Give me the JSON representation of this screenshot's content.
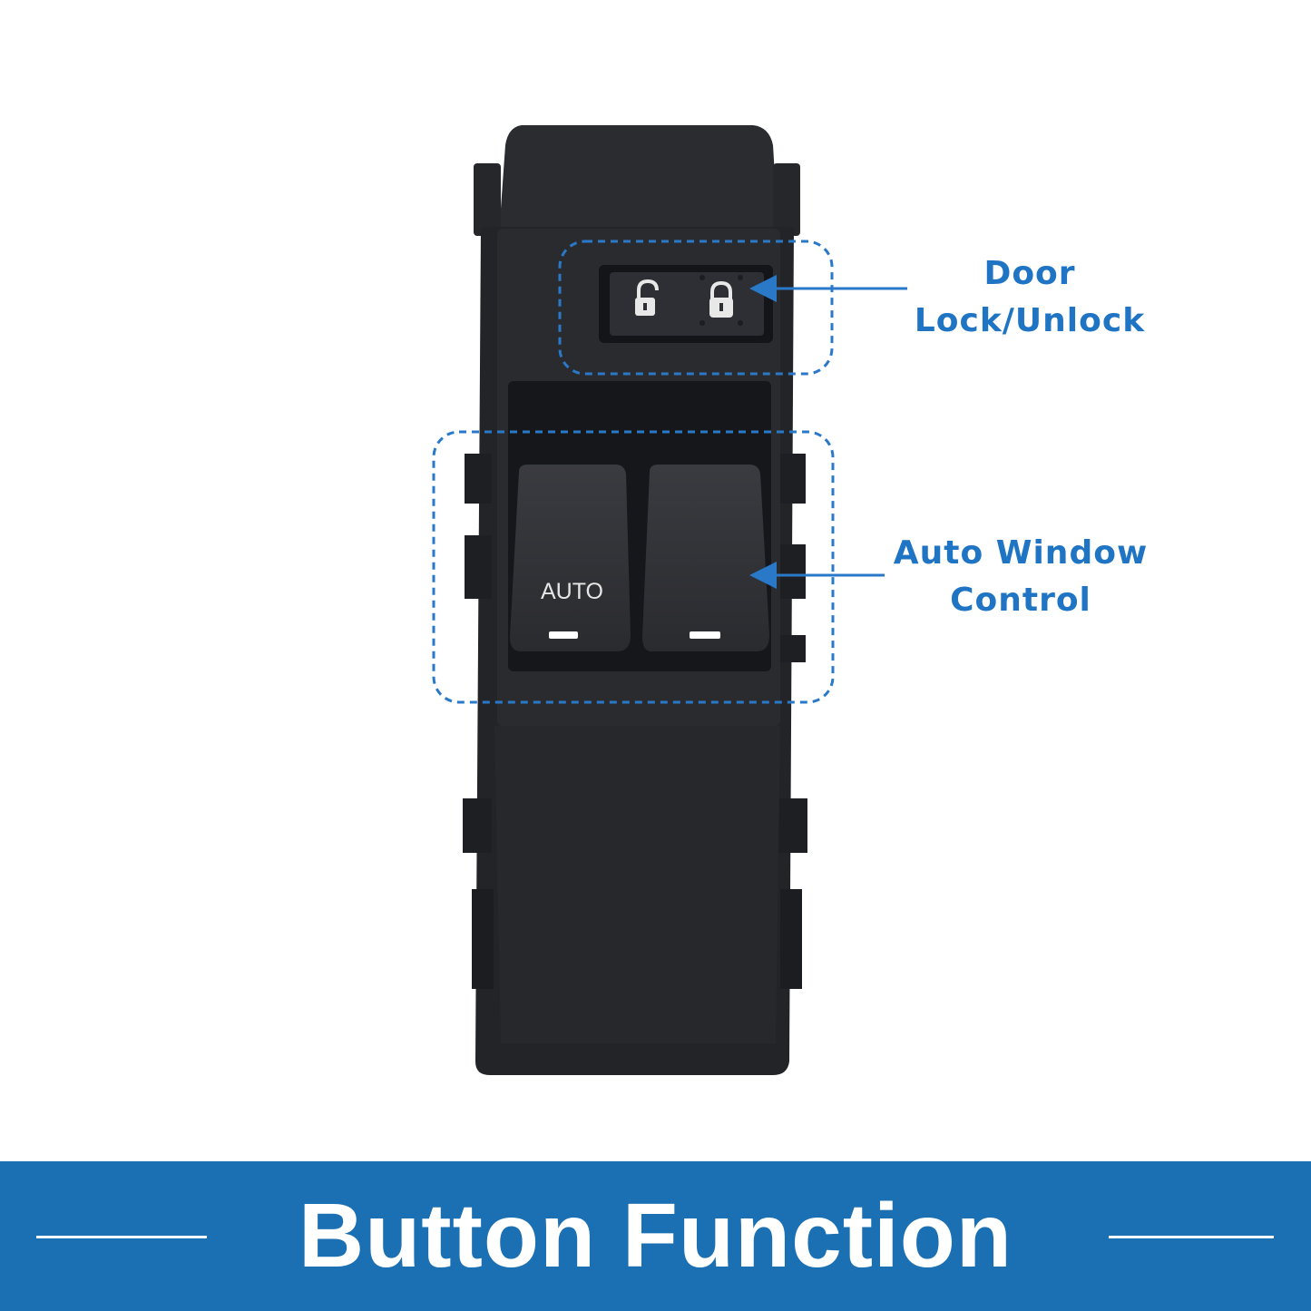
{
  "callouts": {
    "door_lock": {
      "line1": "Door",
      "line2": "Lock/Unlock"
    },
    "auto_window": {
      "line1": "Auto Window",
      "line2": "Control"
    }
  },
  "switch": {
    "auto_label": "AUTO",
    "lock_icons": [
      "unlock-icon",
      "lock-icon"
    ]
  },
  "banner": {
    "title": "Button Function"
  },
  "colors": {
    "accent": "#1f74c4",
    "banner": "#1b6fb3",
    "body": "#26272b",
    "highlight_box": "#2a78c8"
  }
}
